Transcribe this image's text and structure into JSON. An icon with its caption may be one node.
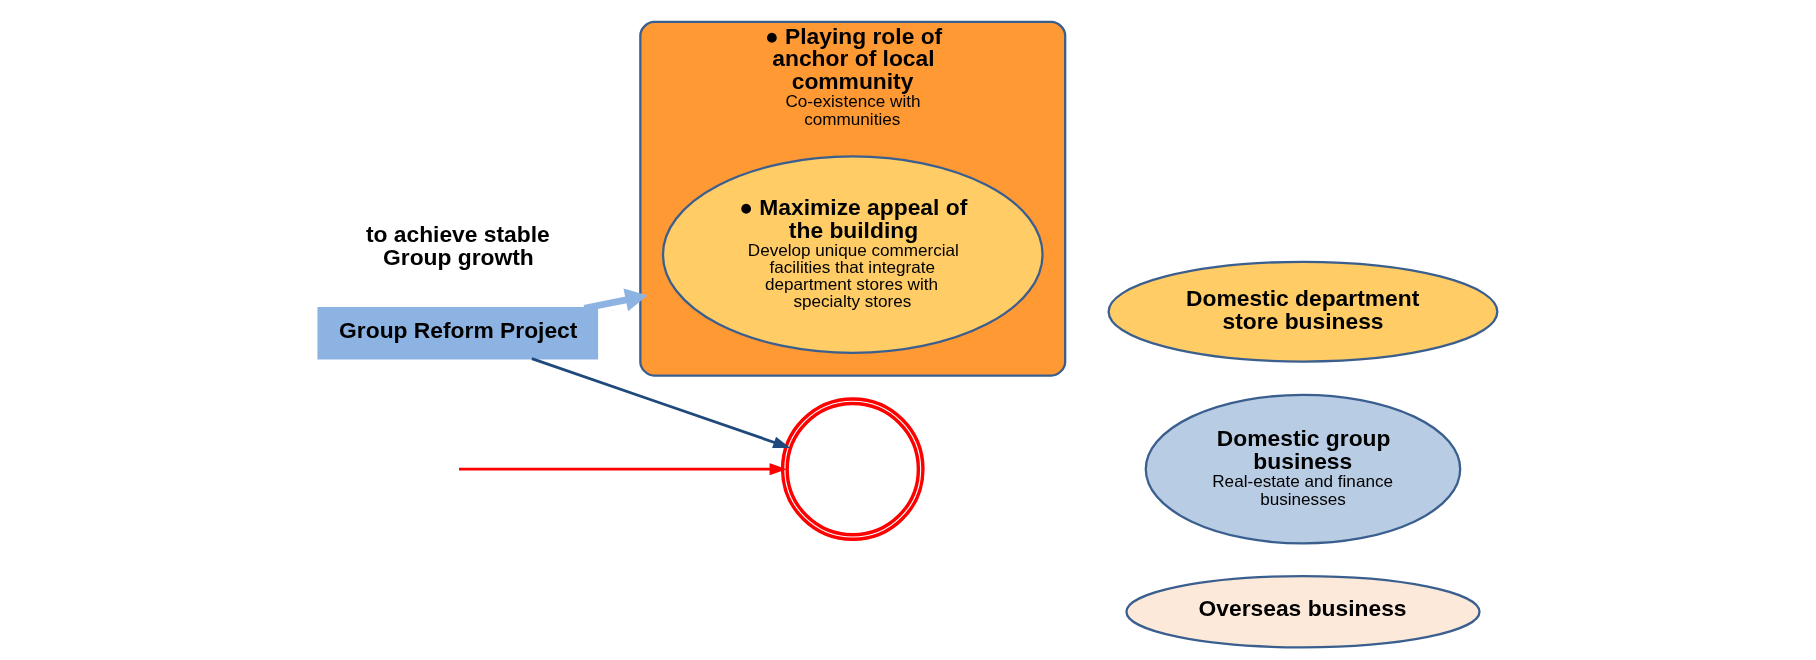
{
  "diagram": {
    "nodes": [
      {
        "text": [
          "● Playing role of anchor of local community",
          "Co-existence with communities"
        ]
      },
      {
        "text": [
          "● Maximize appeal of the building",
          "Develop unique commercial facilities that integrate department stores with specialty stores"
        ],
        "in": 0
      },
      {
        "text": [],
        "shape": "circle"
      },
      {
        "text": [
          "Domestic department store business"
        ]
      },
      {
        "text": [
          "Domestic group business",
          "Real-estate and finance businesses"
        ]
      },
      {
        "text": [
          "Overseas business"
        ]
      },
      {
        "text": [
          "Group Reform Project"
        ]
      }
    ],
    "edges": [
      {
        "from": null,
        "to": 2,
        "arrow": "to",
        "color": "#ff0000"
      },
      {
        "from": 6,
        "to": 0,
        "arrow": "to",
        "style": "thick",
        "color": "#8db3e2"
      },
      {
        "from": 6,
        "to": 2,
        "arrow": "to",
        "color": "#1f497d"
      }
    ],
    "labels": [
      "to achieve stable Group growth"
    ]
  }
}
